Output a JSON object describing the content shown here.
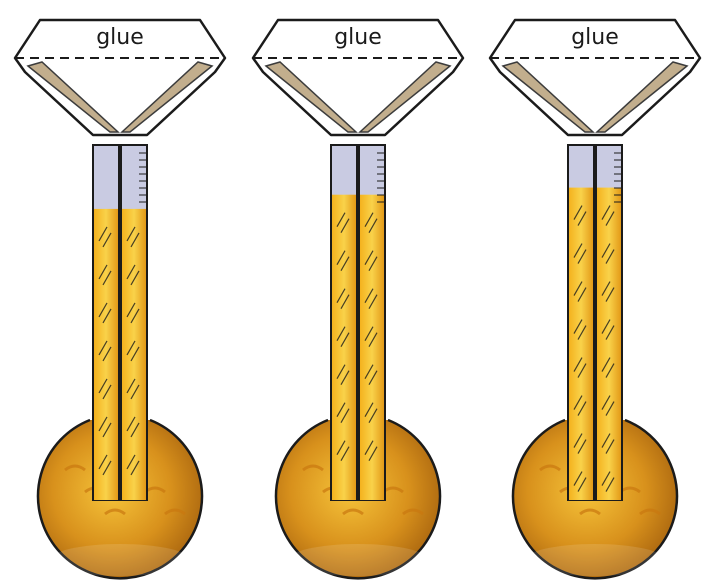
{
  "apparatus": [
    {
      "label": "glue",
      "liquid_level": 0.82
    },
    {
      "label": "glue",
      "liquid_level": 0.86
    },
    {
      "label": "glue",
      "liquid_level": 0.88
    }
  ],
  "colors": {
    "liquid": "#f2b51e",
    "liquid_dark": "#c9780f",
    "liquid_light": "#f9dc5a",
    "tube_empty": "#c9cbe2",
    "outline": "#1b1b1b"
  }
}
